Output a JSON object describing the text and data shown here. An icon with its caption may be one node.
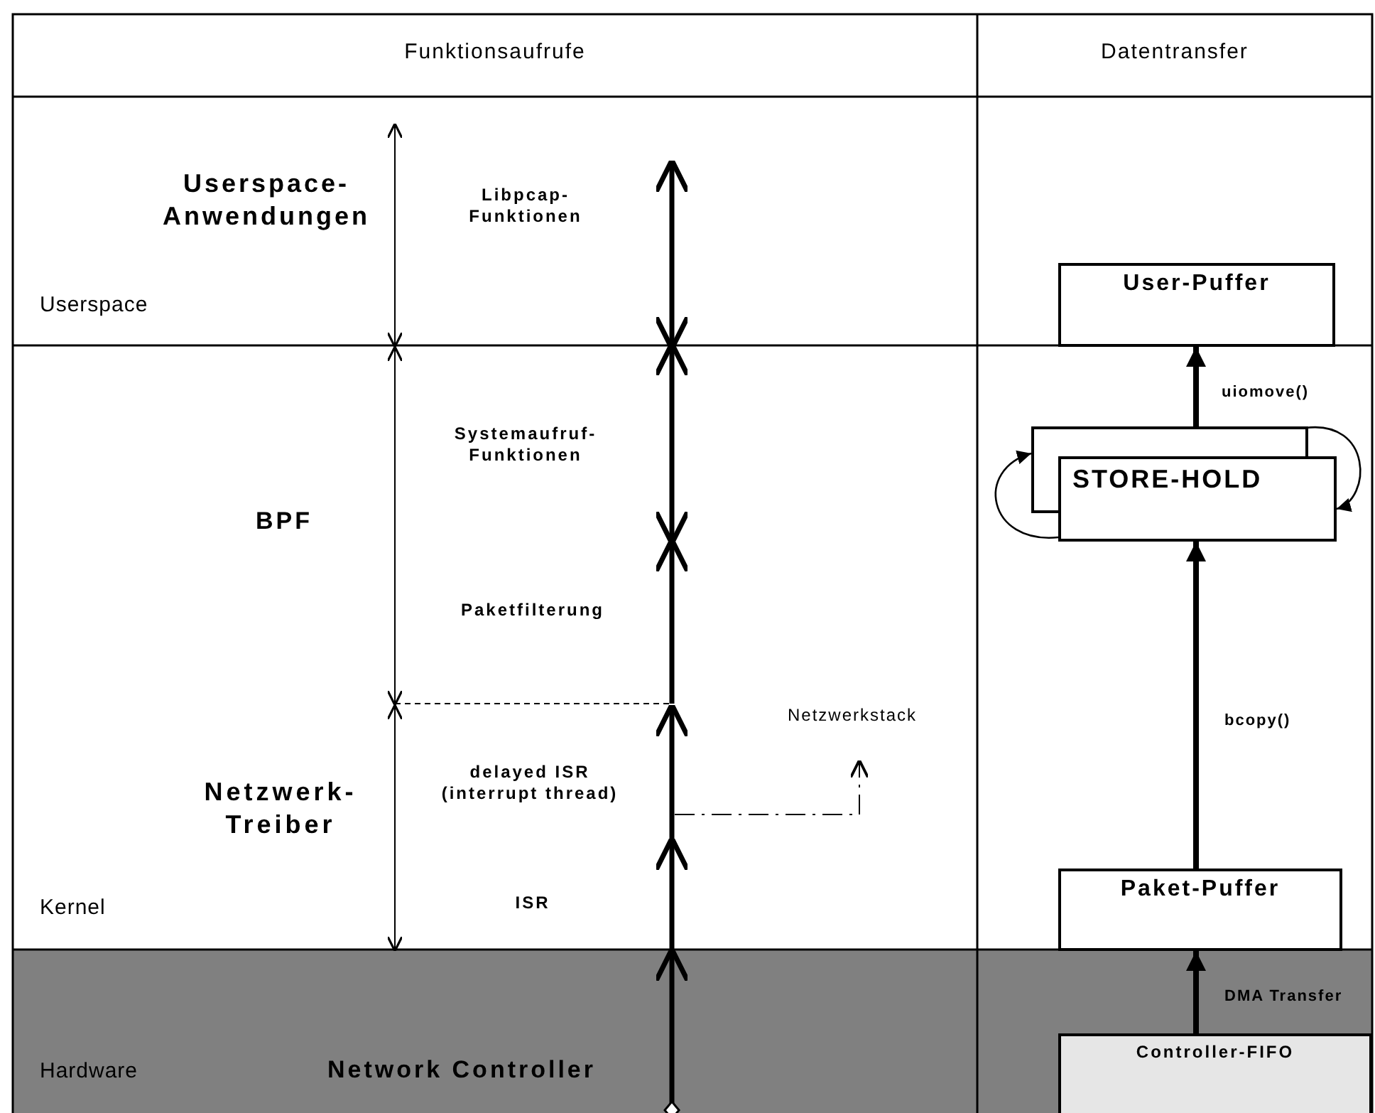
{
  "diagram": {
    "nodes": [
      {
        "text": [
          "User-Puffer"
        ]
      },
      {
        "text": [],
        "shape": "box"
      },
      {
        "text": [
          "STORE-HOLD"
        ]
      },
      {
        "text": [
          "Paket-Puffer"
        ]
      },
      {
        "text": [
          "Controller-FIFO"
        ]
      },
      {
        "text": [
          "Netzwerkstack"
        ]
      }
    ],
    "edges": [
      {
        "from": 1,
        "to": 0,
        "arrow": "to",
        "label": "uiomove()",
        "style": "thick"
      },
      {
        "from": 3,
        "to": 2,
        "arrow": "to",
        "label": "bcopy()",
        "style": "thick"
      },
      {
        "from": 4,
        "to": 3,
        "arrow": "to",
        "label": "DMA Transfer",
        "style": "thick"
      },
      {
        "from": 2,
        "to": 1,
        "arrow": "to"
      },
      {
        "from": 1,
        "to": 2,
        "arrow": "to"
      },
      {
        "from": null,
        "to": 5,
        "arrow": "to",
        "style": "dashed"
      }
    ],
    "labels": [
      "Funktionsaufrufe",
      "Datentransfer",
      "Userspace-Anwendungen",
      "Libpcap-Funktionen",
      "Userspace",
      "Systemaufruf-Funktionen",
      "BPF",
      "Paketfilterung",
      "Netzwerk-Treiber",
      "delayed ISR (interrupt thread)",
      "Kernel",
      "ISR",
      "Hardware",
      "Network Controller"
    ]
  }
}
